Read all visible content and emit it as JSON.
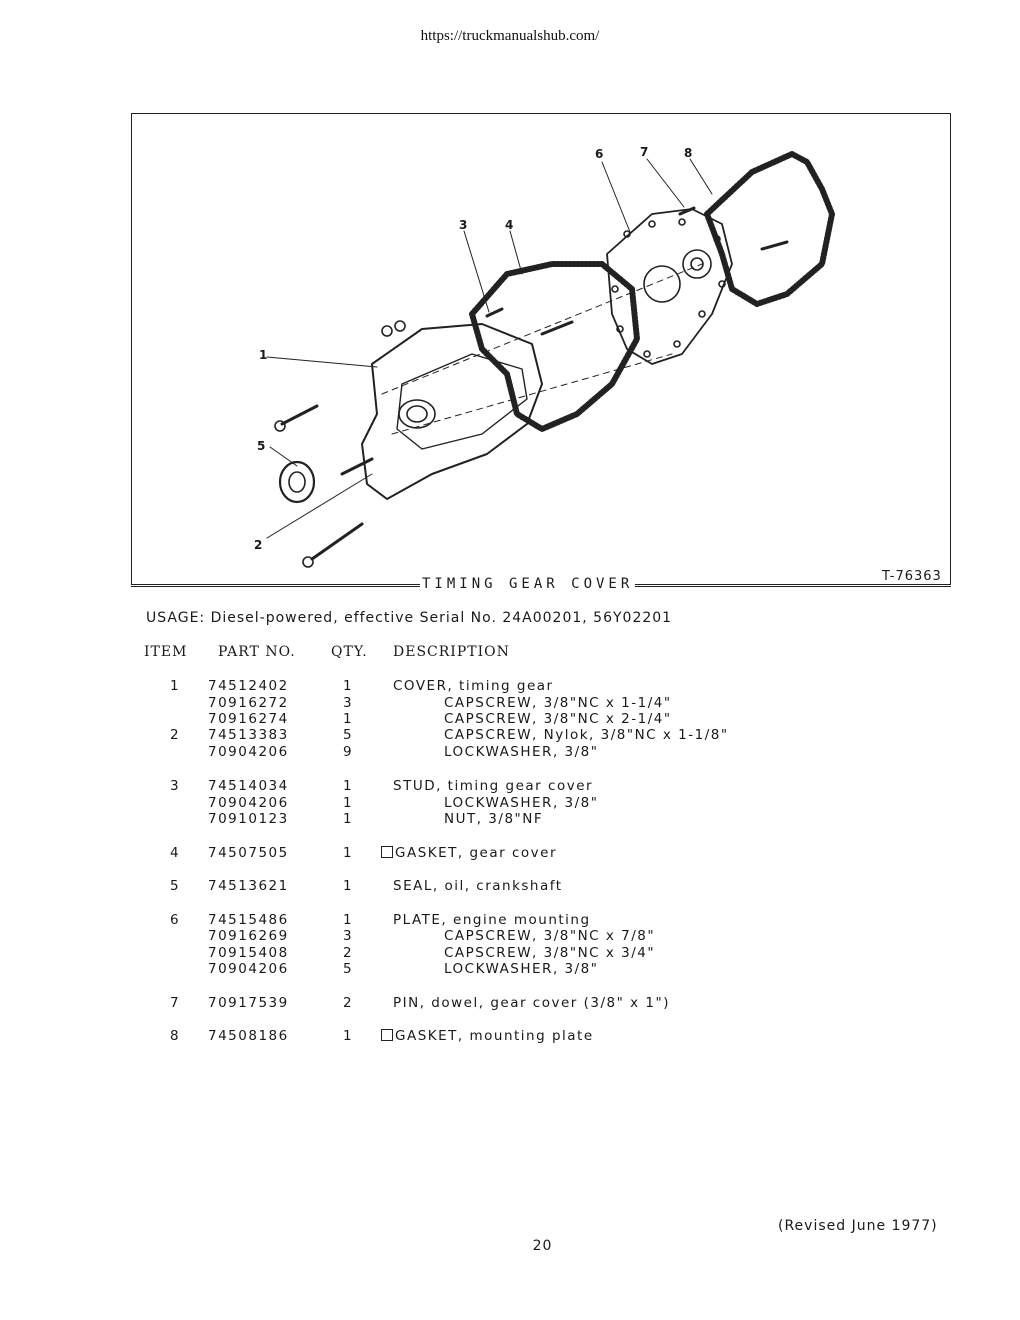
{
  "source_url": "https://truckmanualshub.com/",
  "figure": {
    "callouts": [
      "1",
      "2",
      "3",
      "4",
      "5",
      "6",
      "7",
      "8"
    ],
    "caption": "TIMING GEAR COVER",
    "figure_number": "T-76363"
  },
  "usage": {
    "label": "USAGE:",
    "text": "Diesel-powered, effective Serial No. 24A00201, 56Y02201"
  },
  "table": {
    "headers": {
      "item": "ITEM",
      "part": "PART NO.",
      "qty": "QTY.",
      "desc": "DESCRIPTION"
    },
    "rows": [
      {
        "item": "1",
        "part": "74512402",
        "qty": "1",
        "desc": "COVER, timing gear",
        "indent": false,
        "box": false
      },
      {
        "item": "",
        "part": "70916272",
        "qty": "3",
        "desc": "CAPSCREW, 3/8\"NC x 1-1/4\"",
        "indent": true,
        "box": false
      },
      {
        "item": "",
        "part": "70916274",
        "qty": "1",
        "desc": "CAPSCREW, 3/8\"NC x 2-1/4\"",
        "indent": true,
        "box": false
      },
      {
        "item": "2",
        "part": "74513383",
        "qty": "5",
        "desc": "CAPSCREW, Nylok, 3/8\"NC x 1-1/8\"",
        "indent": true,
        "box": false
      },
      {
        "item": "",
        "part": "70904206",
        "qty": "9",
        "desc": "LOCKWASHER, 3/8\"",
        "indent": true,
        "box": false
      },
      {
        "item": "3",
        "part": "74514034",
        "qty": "1",
        "desc": "STUD, timing gear cover",
        "indent": false,
        "box": false
      },
      {
        "item": "",
        "part": "70904206",
        "qty": "1",
        "desc": "LOCKWASHER, 3/8\"",
        "indent": true,
        "box": false
      },
      {
        "item": "",
        "part": "70910123",
        "qty": "1",
        "desc": "NUT, 3/8\"NF",
        "indent": true,
        "box": false
      },
      {
        "item": "4",
        "part": "74507505",
        "qty": "1",
        "desc": "GASKET, gear cover",
        "indent": false,
        "box": true
      },
      {
        "item": "5",
        "part": "74513621",
        "qty": "1",
        "desc": "SEAL, oil, crankshaft",
        "indent": false,
        "box": false
      },
      {
        "item": "6",
        "part": "74515486",
        "qty": "1",
        "desc": "PLATE, engine mounting",
        "indent": false,
        "box": false
      },
      {
        "item": "",
        "part": "70916269",
        "qty": "3",
        "desc": "CAPSCREW, 3/8\"NC x 7/8\"",
        "indent": true,
        "box": false
      },
      {
        "item": "",
        "part": "70915408",
        "qty": "2",
        "desc": "CAPSCREW, 3/8\"NC x 3/4\"",
        "indent": true,
        "box": false
      },
      {
        "item": "",
        "part": "70904206",
        "qty": "5",
        "desc": "LOCKWASHER, 3/8\"",
        "indent": true,
        "box": false
      },
      {
        "item": "7",
        "part": "70917539",
        "qty": "2",
        "desc": "PIN, dowel, gear cover (3/8\" x 1\")",
        "indent": false,
        "box": false
      },
      {
        "item": "8",
        "part": "74508186",
        "qty": "1",
        "desc": "GASKET, mounting plate",
        "indent": false,
        "box": true
      }
    ]
  },
  "footer": {
    "revised": "(Revised June 1977)",
    "page": "20"
  }
}
